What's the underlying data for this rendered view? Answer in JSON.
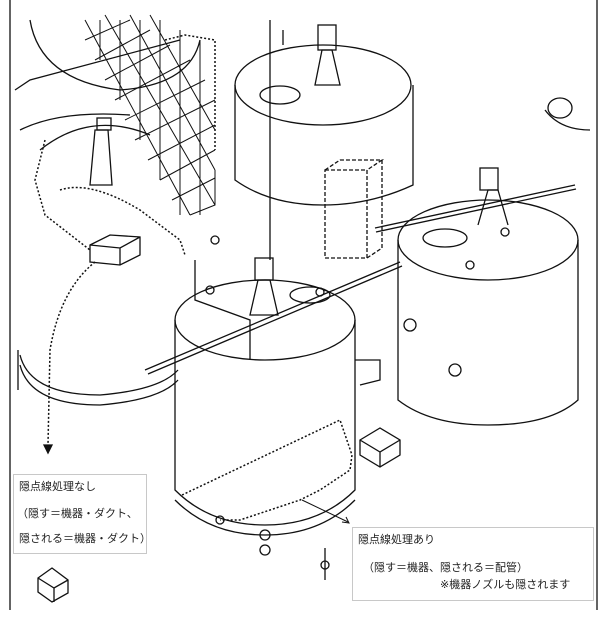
{
  "figure": {
    "labels": {
      "without_hidden_line": {
        "title": "隠点線処理なし",
        "line1": "（隠す＝機器・ダクト、",
        "line2": "隠される＝機器・ダクト）"
      },
      "with_hidden_line": {
        "title": "隠点線処理あり",
        "line1": "（隠す＝機器、隠される＝配管）",
        "note": "※機器ノズルも隠されます"
      }
    }
  }
}
